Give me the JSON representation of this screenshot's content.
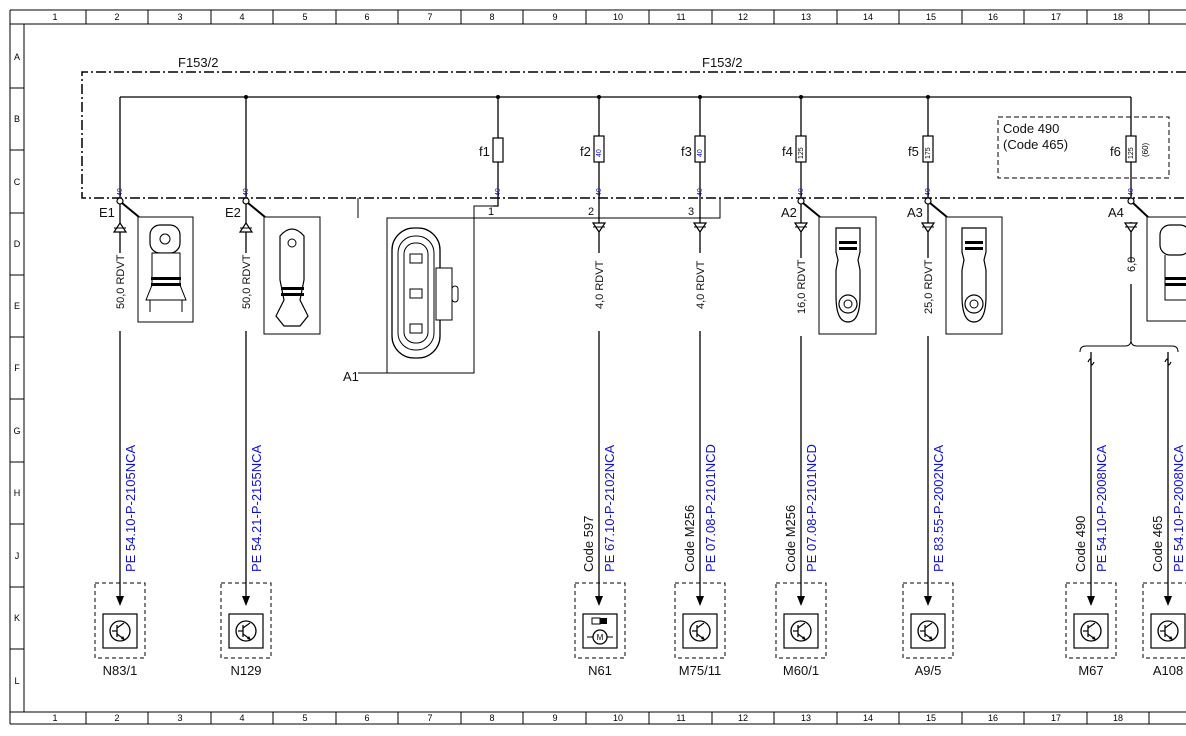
{
  "ruler": {
    "columns": [
      "1",
      "2",
      "3",
      "4",
      "5",
      "6",
      "7",
      "8",
      "9",
      "10",
      "11",
      "12",
      "13",
      "14",
      "15",
      "16",
      "17",
      "18"
    ],
    "rows": [
      "A",
      "B",
      "C",
      "D",
      "E",
      "F",
      "G",
      "H",
      "J",
      "K",
      "L"
    ]
  },
  "fuse_block": {
    "label_left": "F153/2",
    "label_right": "F153/2",
    "code_box": {
      "line1": "Code 490",
      "line2": "(Code 465)"
    },
    "fuses": [
      {
        "id": "f1",
        "rating": ""
      },
      {
        "id": "f2",
        "rating": "40"
      },
      {
        "id": "f3",
        "rating": "40"
      },
      {
        "id": "f4",
        "rating": "125"
      },
      {
        "id": "f5",
        "rating": "175"
      },
      {
        "id": "f6",
        "rating": "125",
        "extra": "(60)"
      }
    ],
    "terminal_label": "40"
  },
  "terminals": [
    "E1",
    "E2",
    "A2",
    "A3",
    "A4"
  ],
  "connector": {
    "label": "A1",
    "pins": [
      "1",
      "2",
      "3"
    ]
  },
  "wires": [
    {
      "size": "50,0 RDVT",
      "pe": "PE 54.10-P-2105NCA",
      "code": "",
      "component": "N83/1"
    },
    {
      "size": "50,0 RDVT",
      "pe": "PE 54.21-P-2155NCA",
      "code": "",
      "component": "N129"
    },
    {
      "size": "4,0 RDVT",
      "pe": "PE 67.10-P-2102NCA",
      "code": "Code 597",
      "component": "N61"
    },
    {
      "size": "4,0 RDVT",
      "pe": "PE 07.08-P-2101NCD",
      "code": "Code M256",
      "component": "M75/11"
    },
    {
      "size": "16,0 RDVT",
      "pe": "PE 07.08-P-2101NCD",
      "code": "Code M256",
      "component": "M60/1"
    },
    {
      "size": "25,0 RDVT",
      "pe": "PE 83.55-P-2002NCA",
      "code": "",
      "component": "A9/5"
    },
    {
      "size": "6,0",
      "pe": "PE 54.10-P-2008NCA",
      "code": "Code 490",
      "component": "M67"
    },
    {
      "size": "",
      "pe": "PE 54.10-P-2008NCA",
      "code": "Code 465",
      "component": "A108"
    }
  ]
}
